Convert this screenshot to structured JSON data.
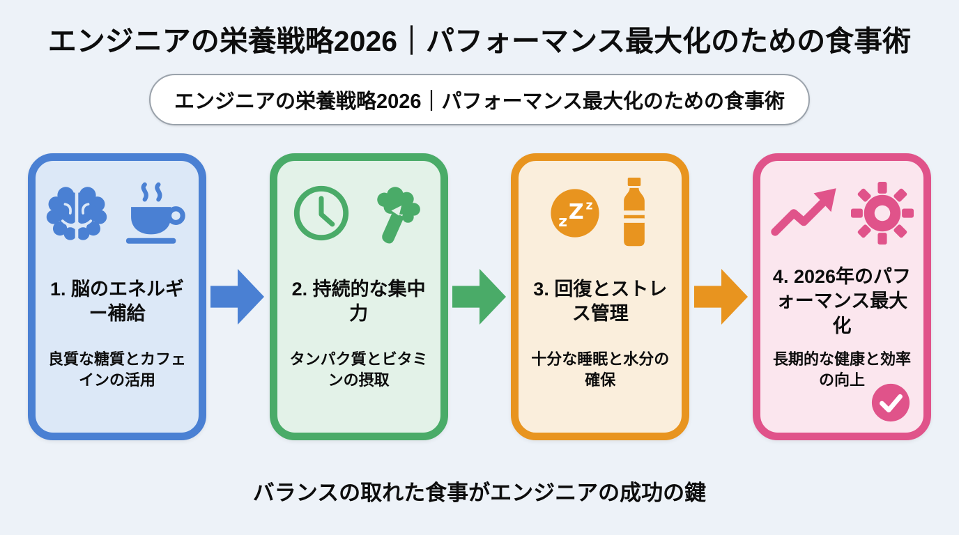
{
  "page": {
    "title": "エンジニアの栄養戦略2026｜パフォーマンス最大化のための食事術",
    "subtitle": "エンジニアの栄養戦略2026｜パフォーマンス最大化のための食事術",
    "footer": "バランスの取れた食事がエンジニアの成功の鍵"
  },
  "colors": {
    "background": "#edf2f8",
    "text": "#0d0d0d",
    "pill_border": "#9aa2ab",
    "pill_background": "#ffffff"
  },
  "cards": [
    {
      "step": "1",
      "title": "1. 脳のエネルギー補給",
      "description": "良質な糖質とカフェインの活用",
      "icons": [
        "brain-icon",
        "coffee-cup-icon"
      ],
      "accent": "#4a80d3",
      "fill": "#dce8f7"
    },
    {
      "step": "2",
      "title": "2. 持続的な集中力",
      "description": "タンパク質とビタミンの摂取",
      "icons": [
        "clock-icon",
        "broccoli-icon"
      ],
      "accent": "#4aab68",
      "fill": "#e3f2e8"
    },
    {
      "step": "3",
      "title": "3. 回復とストレス管理",
      "description": "十分な睡眠と水分の確保",
      "icons": [
        "sleep-zzz-icon",
        "water-bottle-icon"
      ],
      "accent": "#e8941f",
      "fill": "#faeedc",
      "zzz_letters": [
        "z",
        "Z",
        "z"
      ]
    },
    {
      "step": "4",
      "title": "4. 2026年のパフォーマンス最大化",
      "description": "長期的な健康と効率の向上",
      "icons": [
        "trending-up-icon",
        "gear-icon",
        "check-icon"
      ],
      "accent": "#e0538a",
      "fill": "#fbe6ee"
    }
  ],
  "arrows": [
    {
      "color": "#4a80d3"
    },
    {
      "color": "#4aab68"
    },
    {
      "color": "#e8941f"
    }
  ]
}
